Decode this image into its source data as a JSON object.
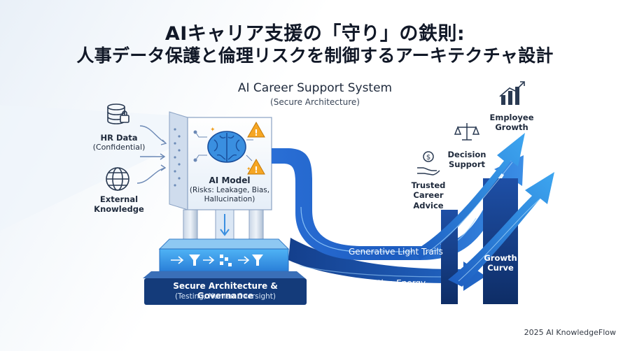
{
  "title": {
    "line1": "AIキャリア支援の「守り」の鉄則:",
    "line2": "人事データ保護と倫理リスクを制御するアーキテクチャ設計"
  },
  "system": {
    "title": "AI Career Support System",
    "subtitle": "(Secure Architecture)"
  },
  "inputs": [
    {
      "title": "HR Data",
      "subtitle": "(Confidential)",
      "icon": "database-lock-icon"
    },
    {
      "title": "External",
      "subtitle": "Knowledge",
      "icon": "globe-icon"
    }
  ],
  "model": {
    "title": "AI Model",
    "risks_line1": "(Risks: Leakage, Bias,",
    "risks_line2": "Hallucination)",
    "icon": "brain-icon"
  },
  "governance": {
    "title": "Secure Architecture & Governance",
    "subtitle": "(Testing, Human Oversight)"
  },
  "trails": {
    "light": "Generative Light Trails",
    "energy": "Creative Energy"
  },
  "outcomes": [
    {
      "line1": "Trusted",
      "line2": "Career",
      "line3": "Advice",
      "icon": "hand-coin-icon"
    },
    {
      "line1": "Decision",
      "line2": "Support",
      "icon": "scales-icon"
    },
    {
      "line1": "Employee",
      "line2": "Growth",
      "icon": "growth-chart-icon"
    }
  ],
  "growth_curve": {
    "line1": "Growth",
    "line2": "Curve"
  },
  "footer": "2025 AI KnowledgeFlow",
  "colors": {
    "primary": "#1f5fc4",
    "dark": "#0f2f66",
    "accent": "#3aa0ec",
    "warning": "#f0a020"
  }
}
